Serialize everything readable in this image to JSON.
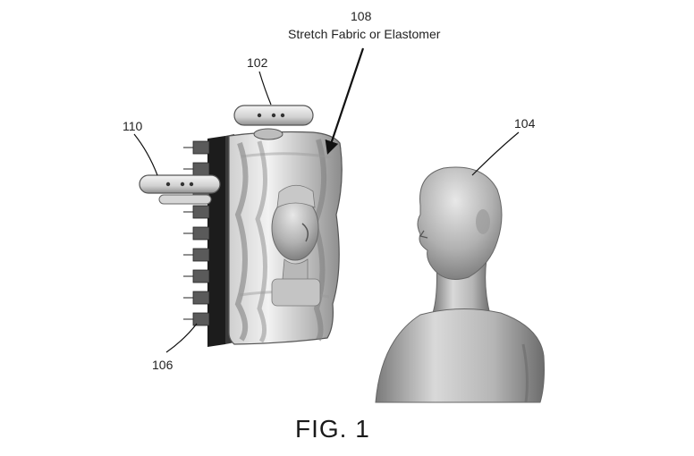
{
  "figure": {
    "caption": "FIG. 1",
    "labels": {
      "ref_108": "108",
      "desc_108": "Stretch Fabric or Elastomer",
      "ref_102": "102",
      "ref_110": "110",
      "ref_104": "104",
      "ref_106": "106"
    },
    "colors": {
      "line": "#111111",
      "surface_light": "#e6e6e6",
      "surface_mid": "#a8a8a8",
      "surface_dark": "#4a4a4a",
      "base": "#1c1c1c"
    }
  }
}
